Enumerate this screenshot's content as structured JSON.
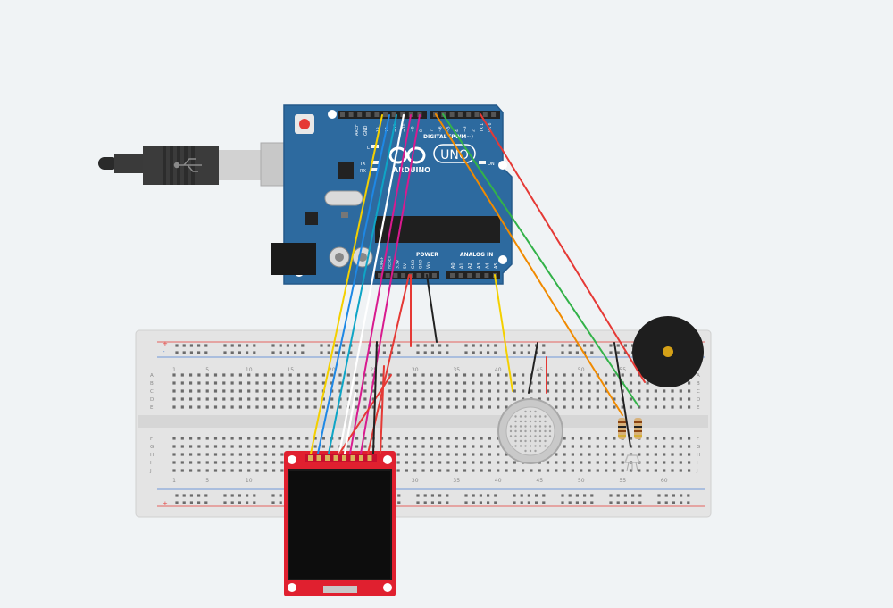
{
  "arduino": {
    "logo_text": "ARDUINO",
    "model": "UNO",
    "digital_header": "DIGITAL (PWM~)",
    "power_header": "POWER",
    "analog_header": "ANALOG IN",
    "aref": "AREF",
    "gnd": "GND",
    "led_l": "L",
    "led_tx": "TX",
    "led_rx": "RX",
    "on_label": "ON",
    "digital_pins": [
      "13",
      "12",
      "~11",
      "~10",
      "~9",
      "8",
      "7",
      "~6",
      "~5",
      "4",
      "~3",
      "2",
      "TX 1",
      "RX 0"
    ],
    "power_pins": [
      "IOREF",
      "RESET",
      "3.3V",
      "5V",
      "GND",
      "GND",
      "Vin"
    ],
    "analog_pins": [
      "A0",
      "A1",
      "A2",
      "A3",
      "A4",
      "A5"
    ]
  },
  "breadboard": {
    "column_numbers": [
      "1",
      "5",
      "10",
      "15",
      "20",
      "25",
      "30",
      "35",
      "40",
      "45",
      "50",
      "55",
      "60"
    ],
    "row_letters_top": [
      "A",
      "B",
      "C",
      "D",
      "E"
    ],
    "row_letters_bottom": [
      "F",
      "G",
      "H",
      "I",
      "J"
    ],
    "rail_plus": "+",
    "rail_minus": "-"
  },
  "colors": {
    "background": "#f0f3f5",
    "board_blue": "#2d6a9f",
    "breadboard": "#e4e4e4",
    "wire_red": "#e53935",
    "wire_black": "#222222",
    "wire_yellow": "#f4d000",
    "wire_green": "#33b249",
    "wire_orange": "#f08a00",
    "wire_blue": "#1e88e5",
    "wire_cyan": "#0ea5c6",
    "wire_magenta": "#d81b8f",
    "wire_white": "#ffffff",
    "display_red": "#e0202f"
  },
  "components": [
    "usb-cable",
    "arduino-uno",
    "breadboard",
    "tft-display",
    "gas-sensor",
    "rgb-led",
    "resistor",
    "piezo-buzzer"
  ]
}
